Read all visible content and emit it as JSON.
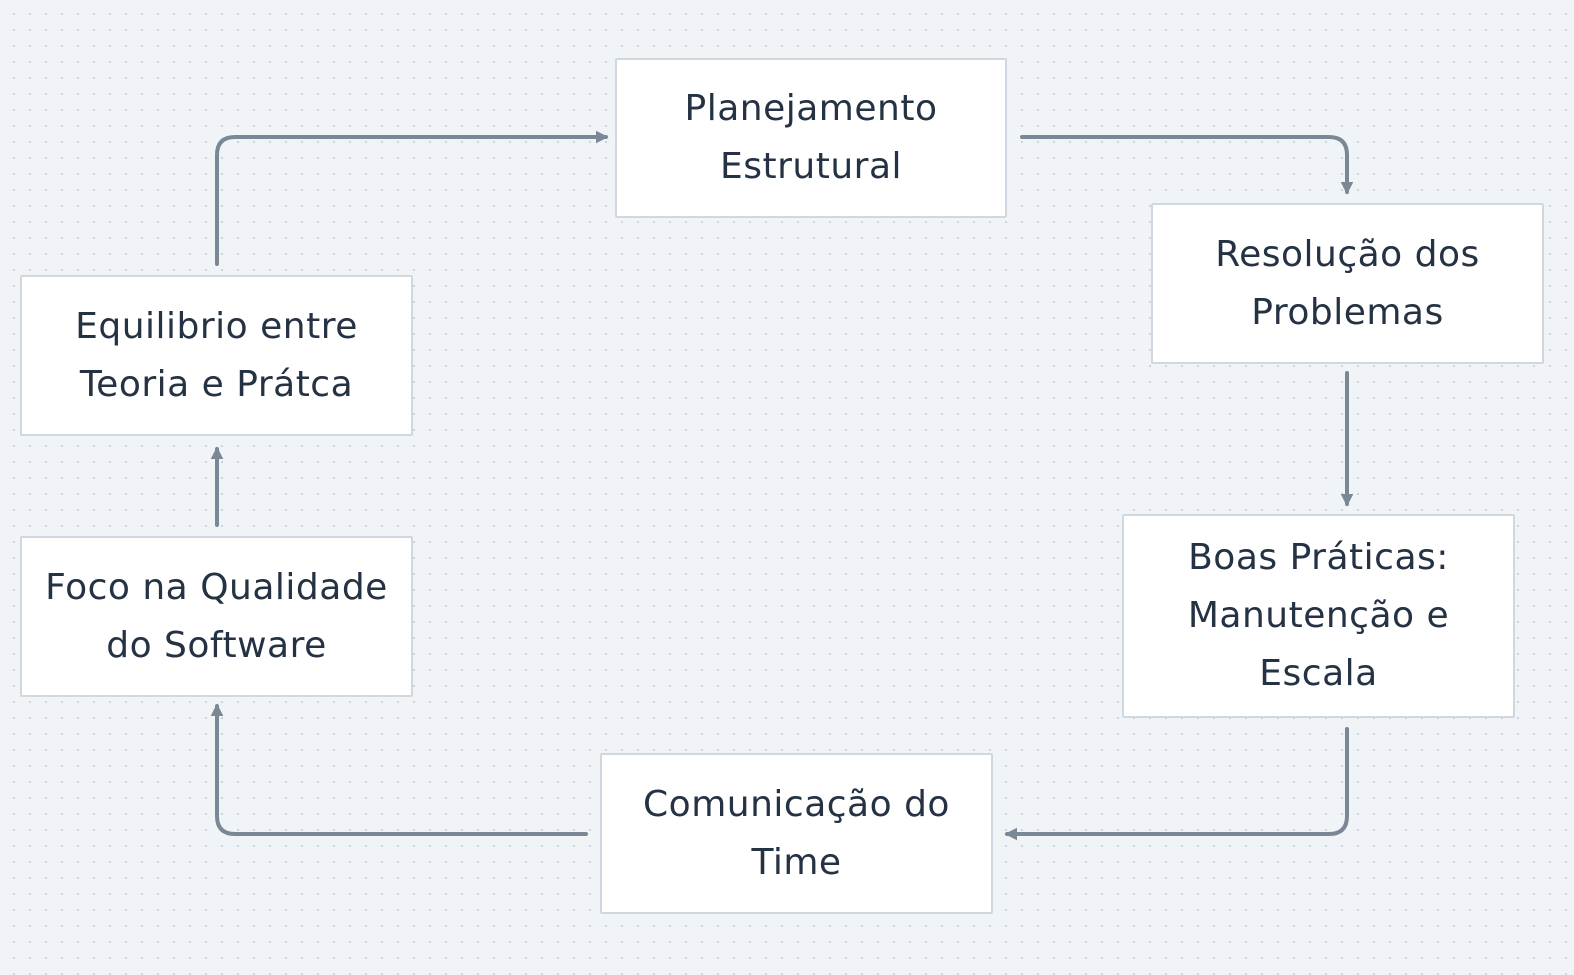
{
  "diagram": {
    "nodes": [
      {
        "id": "planejamento",
        "label": "Planejamento Estrutural"
      },
      {
        "id": "resolucao",
        "label": "Resolução dos Problemas"
      },
      {
        "id": "boas",
        "label": "Boas Práticas: Manutenção e Escala"
      },
      {
        "id": "comunicacao",
        "label": "Comunicação do Time"
      },
      {
        "id": "foco",
        "label": "Foco na Qualidade do Software"
      },
      {
        "id": "equilibrio",
        "label": "Equilibrio entre Teoria e Prátca"
      }
    ],
    "edges": [
      {
        "from": "planejamento",
        "to": "resolucao"
      },
      {
        "from": "resolucao",
        "to": "boas"
      },
      {
        "from": "boas",
        "to": "comunicacao"
      },
      {
        "from": "comunicacao",
        "to": "foco"
      },
      {
        "from": "foco",
        "to": "equilibrio"
      },
      {
        "from": "equilibrio",
        "to": "planejamento"
      }
    ],
    "colors": {
      "background": "#f1f4f7",
      "node_fill": "#ffffff",
      "node_border": "#cfd8e1",
      "text": "#243243",
      "connector": "#7a8896"
    }
  }
}
